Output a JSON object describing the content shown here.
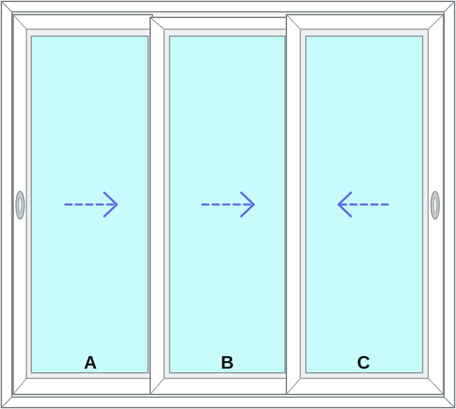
{
  "colors": {
    "frame_fill": "#ffffff",
    "frame_stroke": "#7f8486",
    "frame_shade": "#e9ecee",
    "glass": "#c8fcfc",
    "arrow": "#5b68e8",
    "handle": "#c9ccce"
  },
  "panels": [
    {
      "label": "A",
      "arrow": "right",
      "handle": "left"
    },
    {
      "label": "B",
      "arrow": "right",
      "handle": "none"
    },
    {
      "label": "C",
      "arrow": "left",
      "handle": "right"
    }
  ]
}
